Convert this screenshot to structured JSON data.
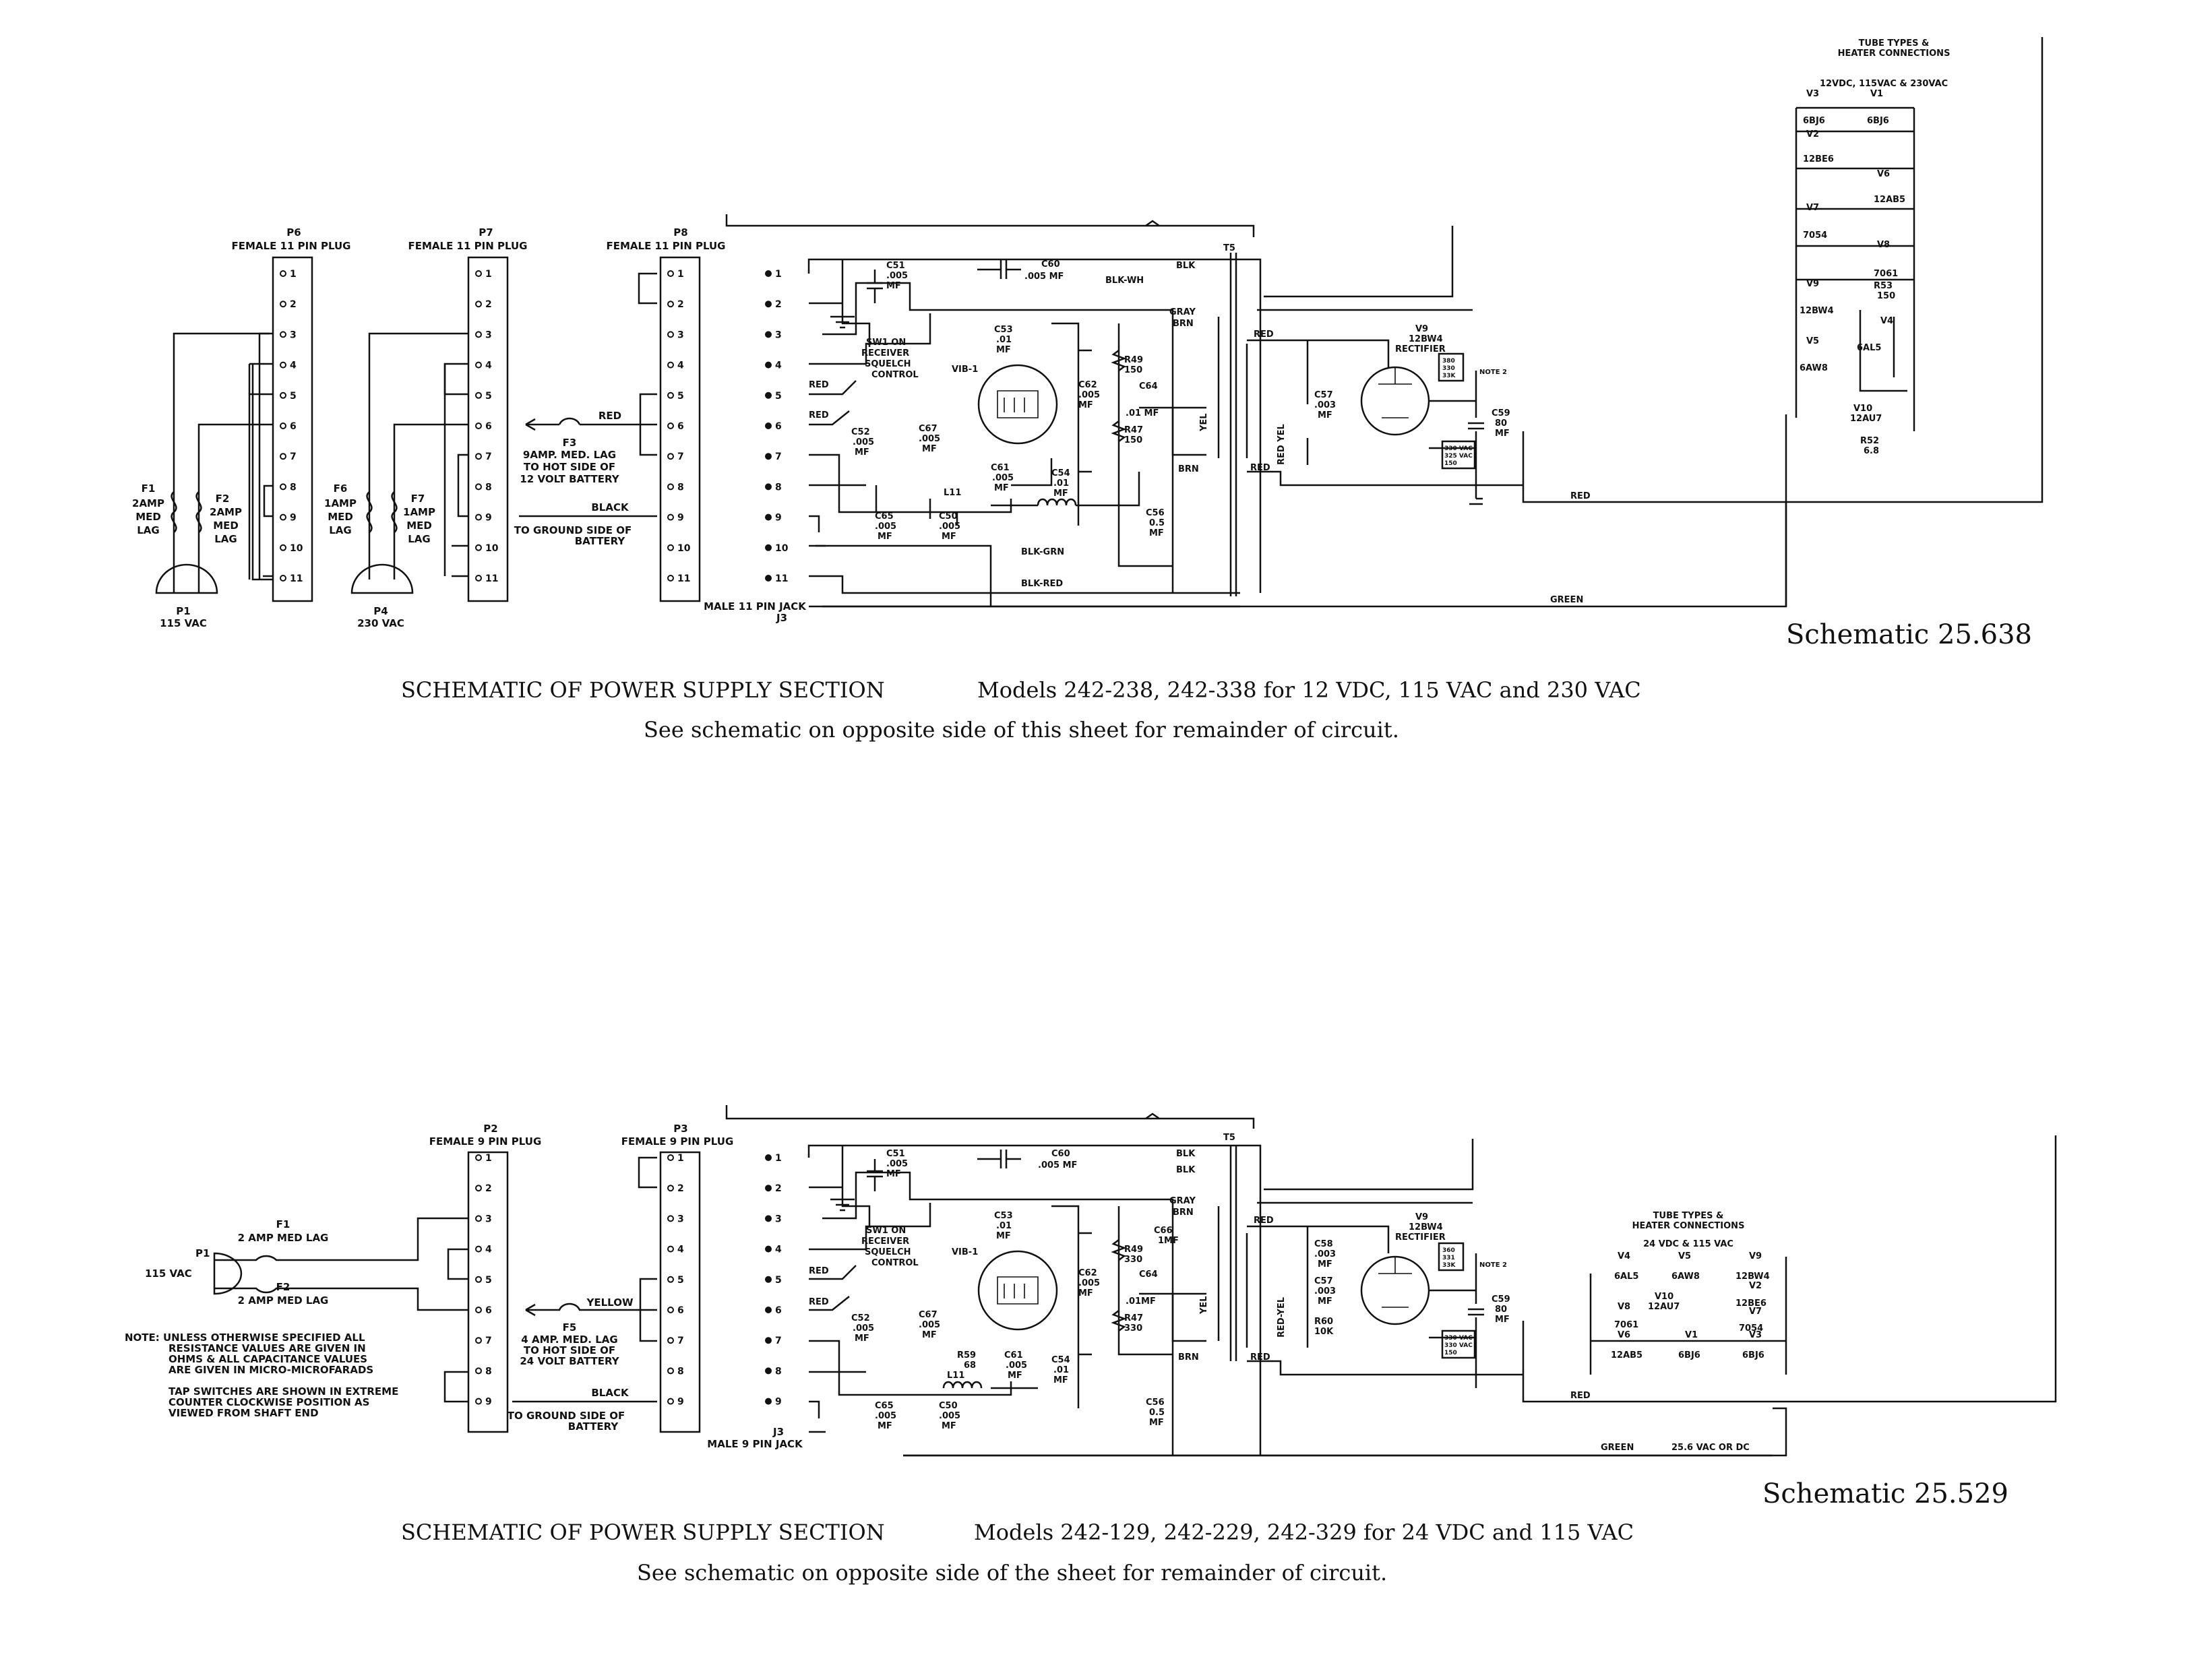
{
  "top": {
    "plug_p6": {
      "ref": "P6",
      "label": "FEMALE 11 PIN PLUG"
    },
    "plug_p7": {
      "ref": "P7",
      "label": "FEMALE 11 PIN PLUG"
    },
    "plug_p8": {
      "ref": "P8",
      "label": "FEMALE 11 PIN PLUG"
    },
    "pins11": [
      "1",
      "2",
      "3",
      "4",
      "5",
      "6",
      "7",
      "8",
      "9",
      "10",
      "11"
    ],
    "f1": {
      "ref": "F1",
      "line1": "2AMP",
      "line2": "MED",
      "line3": "LAG"
    },
    "f2": {
      "ref": "F2",
      "line1": "2AMP",
      "line2": "MED",
      "line3": "LAG"
    },
    "f6": {
      "ref": "F6",
      "line1": "1AMP",
      "line2": "MED",
      "line3": "LAG"
    },
    "f7": {
      "ref": "F7",
      "line1": "1AMP",
      "line2": "MED",
      "line3": "LAG"
    },
    "p1": {
      "ref": "P1",
      "label": "115 VAC"
    },
    "p4": {
      "ref": "P4",
      "label": "230 VAC"
    },
    "f3": {
      "ref": "F3",
      "line1": "9AMP. MED. LAG",
      "line2": "TO HOT SIDE OF",
      "line3": "12 VOLT BATTERY"
    },
    "wire_red": "RED",
    "wire_black": "BLACK",
    "ground_note": {
      "line1": "TO GROUND SIDE OF",
      "line2": "BATTERY"
    },
    "jack": {
      "label": "MALE 11 PIN JACK",
      "ref": "J3"
    },
    "c51": {
      "ref": "C51",
      "v1": ".005",
      "v2": "MF"
    },
    "c60": {
      "ref": "C60",
      "v1": ".005 MF"
    },
    "blk_wh": "BLK-WH",
    "blk": "BLK",
    "gray": "GRAY",
    "brn": "BRN",
    "t5": "T5",
    "sw1": {
      "l1": "SW1 ON",
      "l2": "RECEIVER",
      "l3": "SQUELCH",
      "l4": "CONTROL"
    },
    "red_a": "RED",
    "red_b": "RED",
    "vib": "VIB-1",
    "c53": {
      "ref": "C53",
      "v1": ".01",
      "v2": "MF"
    },
    "c62": {
      "ref": "C62",
      "v1": ".005",
      "v2": "MF"
    },
    "r49": {
      "ref": "R49",
      "v1": "150"
    },
    "c64": {
      "ref": "C64",
      "v1": ".01 MF"
    },
    "r47": {
      "ref": "R47",
      "v1": "150"
    },
    "c52": {
      "ref": "C52",
      "v1": ".005",
      "v2": "MF"
    },
    "c67": {
      "ref": "C67",
      "v1": ".005",
      "v2": "MF"
    },
    "c61": {
      "ref": "C61",
      "v1": ".005",
      "v2": "MF"
    },
    "c54": {
      "ref": "C54",
      "v1": ".01",
      "v2": "MF"
    },
    "l11": "L11",
    "c65": {
      "ref": "C65",
      "v1": ".005",
      "v2": "MF"
    },
    "c50": {
      "ref": "C50",
      "v1": ".005",
      "v2": "MF"
    },
    "c56": {
      "ref": "C56",
      "v1": "0.5",
      "v2": "MF"
    },
    "blk_grn": "BLK-GRN",
    "blk_red": "BLK-RED",
    "yel": "YEL",
    "red_yel": "RED YEL",
    "red_c": "RED",
    "red_d": "RED",
    "c57": {
      "ref": "C57",
      "v1": ".003",
      "v2": "MF"
    },
    "v9": {
      "ref": "V9",
      "type": "12BW4",
      "role": "RECTIFIER"
    },
    "v9_box": {
      "l1": "380",
      "l2": "330",
      "l3": "33K"
    },
    "v9_box2": {
      "l1": "330 VAC",
      "l2": "325 VAC",
      "l3": "150"
    },
    "note2": "NOTE 2",
    "c59": {
      "ref": "C59",
      "v1": "80",
      "v2": "MF"
    },
    "red_out": "RED",
    "green_out": "GREEN",
    "tubes": {
      "title1": "TUBE TYPES &",
      "title2": "HEATER CONNECTIONS",
      "subtitle": "12VDC, 115VAC & 230VAC",
      "v3": "V3",
      "v3t": "6BJ6",
      "v1": "V1",
      "v1t": "6BJ6",
      "v2": "V2",
      "v2t": "12BE6",
      "v6": "V6",
      "v6t": "12AB5",
      "v7": "V7",
      "v7t": "7054",
      "v8": "V8",
      "v8t": "7061",
      "v9": "V9",
      "v9t": "12BW4",
      "r53": "R53",
      "r53v": "150",
      "v4": "V4",
      "v4t": "6AL5",
      "v5": "V5",
      "v5t": "6AW8",
      "v10": "V10",
      "v10t": "12AU7",
      "r52": "R52",
      "r52v": "6.8"
    },
    "schematic_no": "Schematic 25.638",
    "caption1": "SCHEMATIC OF POWER SUPPLY SECTION",
    "caption2": "Models 242-238, 242-338  for 12 VDC, 115 VAC and 230 VAC",
    "caption3": "See schematic on opposite side of this sheet for remainder of circuit."
  },
  "bottom": {
    "plug_p2": {
      "ref": "P2",
      "label": "FEMALE 9 PIN PLUG"
    },
    "plug_p3": {
      "ref": "P3",
      "label": "FEMALE 9 PIN PLUG"
    },
    "pins9": [
      "1",
      "2",
      "3",
      "4",
      "5",
      "6",
      "7",
      "8",
      "9"
    ],
    "p1": {
      "ref": "P1",
      "label": "115 VAC"
    },
    "f1": {
      "ref": "F1",
      "label": "2 AMP MED LAG"
    },
    "f2": {
      "ref": "F2",
      "label": "2 AMP MED LAG"
    },
    "f5": {
      "ref": "F5",
      "line1": "4 AMP. MED. LAG",
      "line2": "TO HOT SIDE OF",
      "line3": "24 VOLT BATTERY"
    },
    "wire_yellow": "YELLOW",
    "wire_black": "BLACK",
    "ground_note": {
      "line1": "TO GROUND SIDE OF",
      "line2": "BATTERY"
    },
    "note": {
      "l1": "NOTE: UNLESS OTHERWISE SPECIFIED ALL",
      "l2": "RESISTANCE VALUES ARE GIVEN IN",
      "l3": "OHMS & ALL CAPACITANCE VALUES",
      "l4": "ARE GIVEN IN MICRO-MICROFARADS",
      "l5": "TAP SWITCHES ARE SHOWN IN EXTREME",
      "l6": "COUNTER CLOCKWISE POSITION AS",
      "l7": "VIEWED FROM SHAFT END"
    },
    "jack": {
      "label": "MALE 9 PIN JACK",
      "ref": "J3"
    },
    "c51": {
      "ref": "C51",
      "v1": ".005",
      "v2": "MF"
    },
    "c60": {
      "ref": "C60",
      "v1": ".005 MF"
    },
    "blk1": "BLK",
    "blk2": "BLK",
    "t5": "T5",
    "gray": "GRAY",
    "brn": "BRN",
    "sw1": {
      "l1": "SW1 ON",
      "l2": "RECEIVER",
      "l3": "SQUELCH",
      "l4": "CONTROL"
    },
    "red_a": "RED",
    "red_b": "RED",
    "vib": "VIB-1",
    "c53": {
      "ref": "C53",
      "v1": ".01",
      "v2": "MF"
    },
    "c62": {
      "ref": "C62",
      "v1": ".005",
      "v2": "MF"
    },
    "r49": {
      "ref": "R49",
      "v1": "330"
    },
    "c66": {
      "ref": "C66",
      "v1": "1MF"
    },
    "c64": {
      "ref": "C64",
      "v1": ".01MF"
    },
    "r47": {
      "ref": "R47",
      "v1": "330"
    },
    "c52": {
      "ref": "C52",
      "v1": ".005",
      "v2": "MF"
    },
    "c67": {
      "ref": "C67",
      "v1": ".005",
      "v2": "MF"
    },
    "r59": {
      "ref": "R59",
      "v1": "68"
    },
    "c61": {
      "ref": "C61",
      "v1": ".005",
      "v2": "MF"
    },
    "c54": {
      "ref": "C54",
      "v1": ".01",
      "v2": "MF"
    },
    "l11": "L11",
    "c65": {
      "ref": "C65",
      "v1": ".005",
      "v2": "MF"
    },
    "c50": {
      "ref": "C50",
      "v1": ".005",
      "v2": "MF"
    },
    "c56": {
      "ref": "C56",
      "v1": "0.5",
      "v2": "MF"
    },
    "yel": "YEL",
    "red_yel": "RED-YEL",
    "red_c": "RED",
    "red_d": "RED",
    "c58": {
      "ref": "C58",
      "v1": ".003",
      "v2": "MF"
    },
    "c57": {
      "ref": "C57",
      "v1": ".003",
      "v2": "MF"
    },
    "r60": {
      "ref": "R60",
      "v1": "10K"
    },
    "v9": {
      "ref": "V9",
      "type": "12BW4",
      "role": "RECTIFIER"
    },
    "v9_box": {
      "l1": "360",
      "l2": "331",
      "l3": "33K"
    },
    "v9_box2": {
      "l1": "330 VAC",
      "l2": "330 VAC",
      "l3": "150"
    },
    "note2": "NOTE 2",
    "c59": {
      "ref": "C59",
      "v1": "80",
      "v2": "MF"
    },
    "red_out": "RED",
    "green_out": "GREEN",
    "green_val": "25.6 VAC OR DC",
    "tubes": {
      "title1": "TUBE TYPES &",
      "title2": "HEATER CONNECTIONS",
      "subtitle": "24 VDC & 115 VAC",
      "v4": "V4",
      "v4t": "6AL5",
      "v5": "V5",
      "v5t": "6AW8",
      "v9": "V9",
      "v9t": "12BW4",
      "v2": "V2",
      "v2t": "12BE6",
      "v10": "V10",
      "v10t": "12AU7",
      "v8": "V8",
      "v8t": "7061",
      "v7": "V7",
      "v7t": "7054",
      "v6": "V6",
      "v6t": "12AB5",
      "v1": "V1",
      "v1t": "6BJ6",
      "v3": "V3",
      "v3t": "6BJ6"
    },
    "schematic_no": "Schematic 25.529",
    "caption1": "SCHEMATIC OF POWER SUPPLY SECTION",
    "caption2": "Models 242-129, 242-229, 242-329  for 24 VDC and 115 VAC",
    "caption3": "See schematic on opposite side of the sheet for remainder of circuit."
  }
}
